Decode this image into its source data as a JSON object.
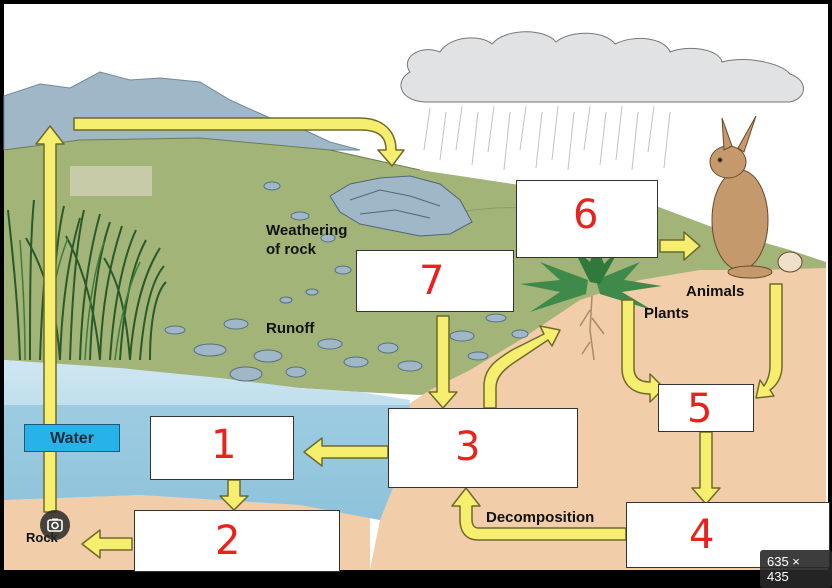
{
  "labels": {
    "weathering_line1": "Weathering",
    "weathering_line2": "of rock",
    "runoff": "Runoff",
    "animals": "Animals",
    "plants": "Plants",
    "decomposition": "Decomposition",
    "water": "Water",
    "rock": "Rock"
  },
  "boxes": {
    "b1": "1",
    "b2": "2",
    "b3": "3",
    "b4": "4",
    "b5": "5",
    "b6": "6",
    "b7": "7"
  },
  "overlay": {
    "dimensions": "635 × 435"
  },
  "colors": {
    "arrow": "#f6ee6e",
    "water": "#27b3ea",
    "soil": "#f2cda9",
    "grass": "#a3b478",
    "sky": "#ffffff",
    "number": "#e8221c"
  },
  "icons": {
    "lens": "lens-search-icon"
  }
}
